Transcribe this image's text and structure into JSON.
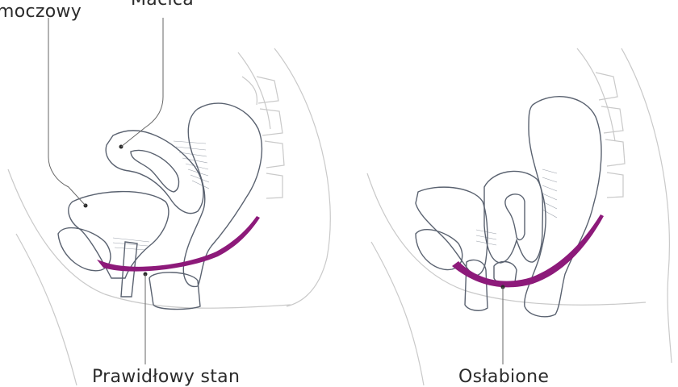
{
  "labels": {
    "bladder": "moczowy",
    "uterus": "Macica",
    "normal": "Prawidłowy stan",
    "weakened": "Osłabione"
  },
  "colors": {
    "bladder": "#f6d3b7",
    "uterus": "#f6c1c6",
    "rectum": "#b5e0d8",
    "pelvic_floor": "#8d1a7a",
    "outline": "#5a6270",
    "line": "#c9c9c9"
  }
}
